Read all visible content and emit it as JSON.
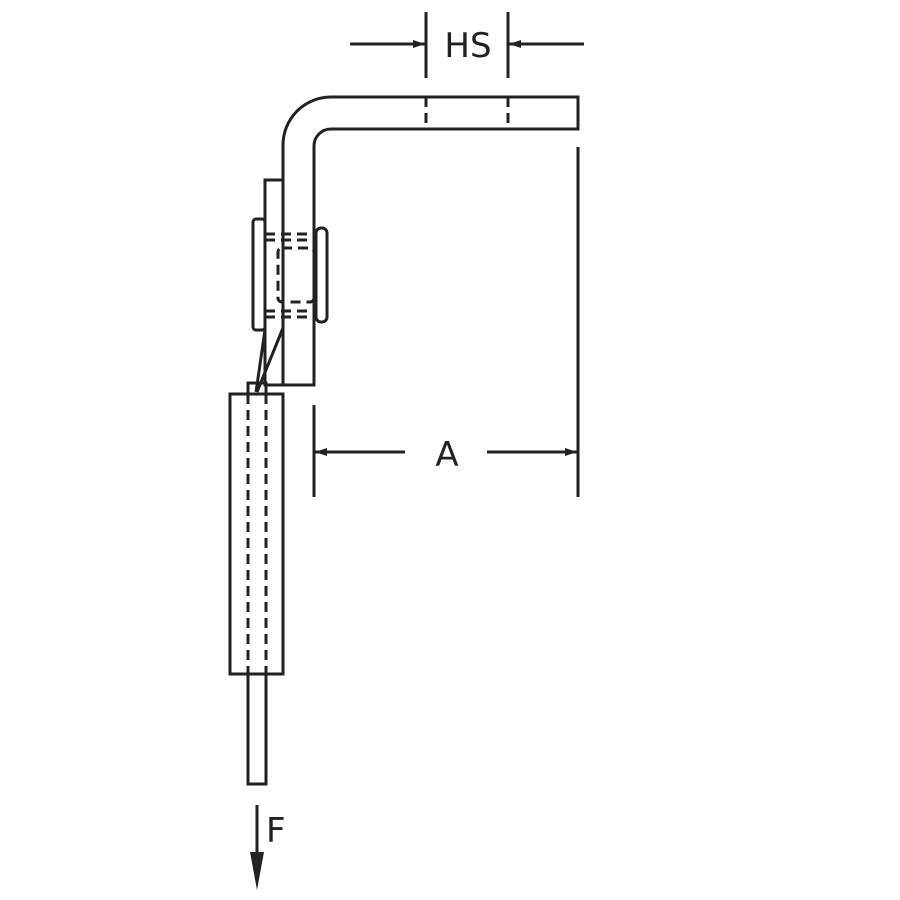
{
  "diagram": {
    "labels": {
      "hole_spacing": "HS",
      "dimension_a": "A",
      "force": "F"
    },
    "line_color": "#222222"
  }
}
